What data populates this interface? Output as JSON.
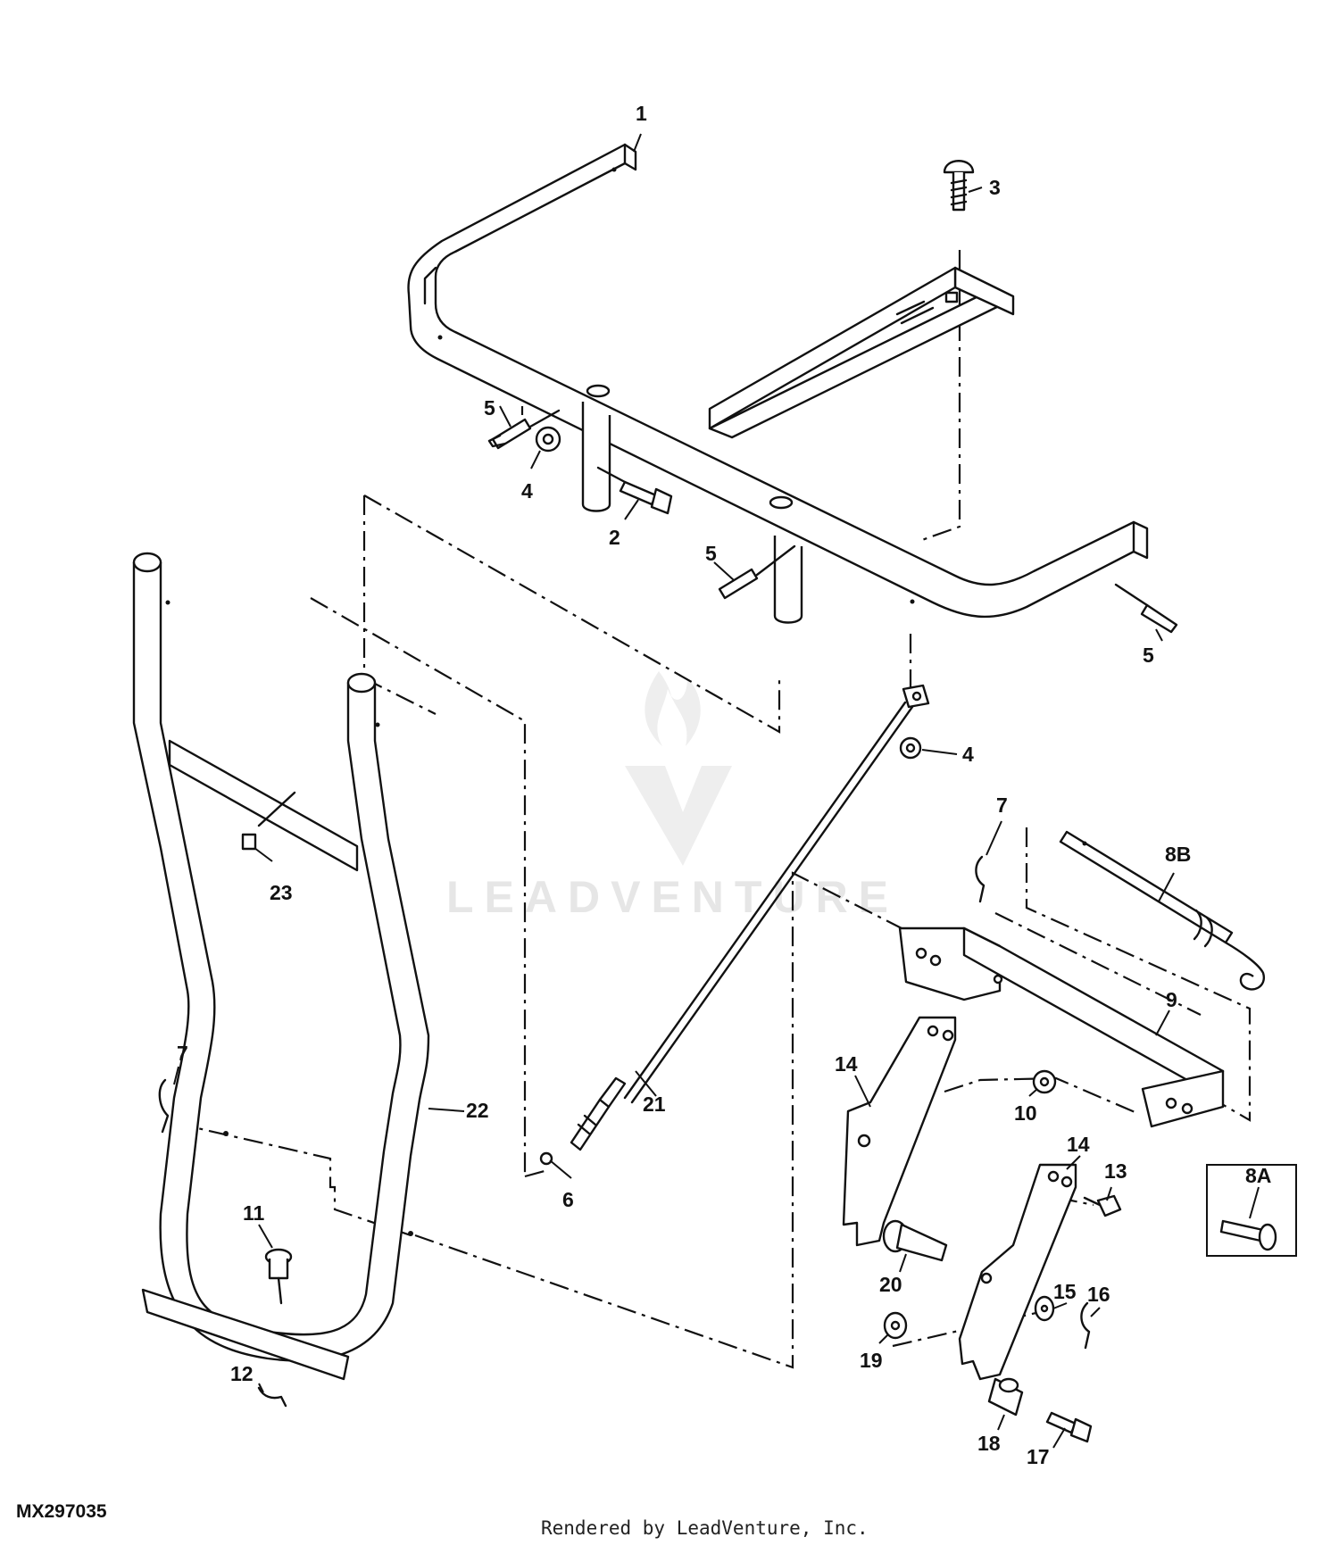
{
  "diagram": {
    "callouts": {
      "c1": "1",
      "c2": "2",
      "c3": "3",
      "c4a": "4",
      "c4b": "4",
      "c5a": "5",
      "c5b": "5",
      "c5c": "5",
      "c6": "6",
      "c7a": "7",
      "c7b": "7",
      "c8a": "8A",
      "c8b": "8B",
      "c9": "9",
      "c10": "10",
      "c11": "11",
      "c12": "12",
      "c13": "13",
      "c14a": "14",
      "c14b": "14",
      "c15": "15",
      "c16": "16",
      "c17": "17",
      "c18": "18",
      "c19": "19",
      "c20": "20",
      "c21": "21",
      "c22": "22",
      "c23": "23"
    },
    "watermark": "LEADVENTURE",
    "code": "MX297035",
    "credit": "Rendered by LeadVenture, Inc."
  }
}
